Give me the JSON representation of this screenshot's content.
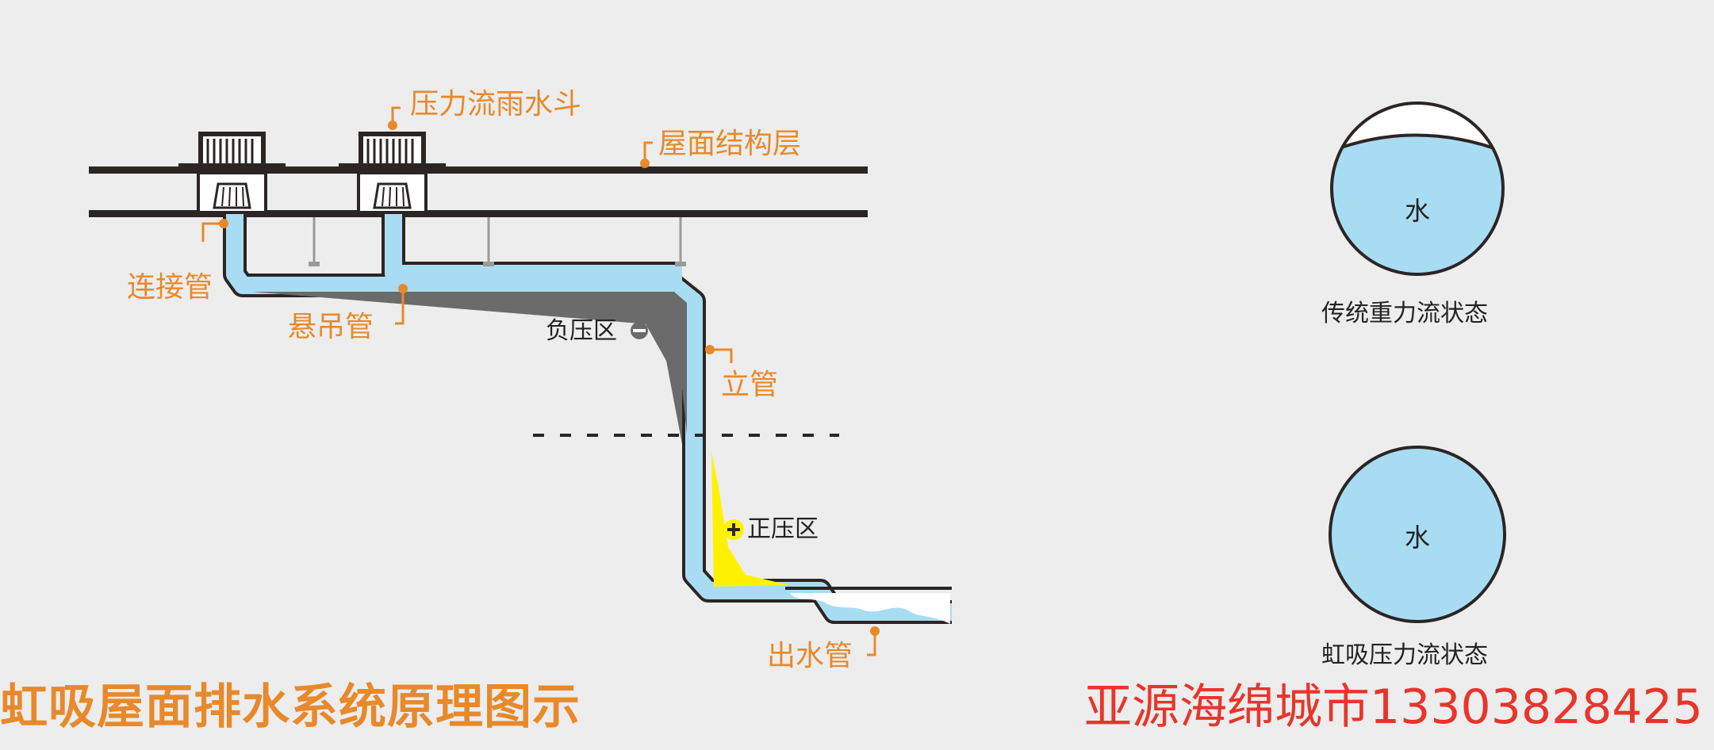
{
  "colors": {
    "background": "#ededed",
    "accent_orange": "#e8892b",
    "water_blue": "#a8dcf3",
    "negative_gray": "#6b6b6b",
    "positive_yellow": "#fff200",
    "brand_red": "#e8352b",
    "structure_dark": "#2b2524"
  },
  "labels": {
    "rain_hopper": "压力流雨水斗",
    "roof_layer": "屋面结构层",
    "connector_pipe": "连接管",
    "hanging_pipe": "悬吊管",
    "negative_zone": "负压区",
    "vertical_pipe": "立管",
    "positive_zone": "正压区",
    "outlet_pipe": "出水管"
  },
  "states": {
    "gravity": {
      "water": "水",
      "caption": "传统重力流状态"
    },
    "siphon": {
      "water": "水",
      "caption": "虹吸压力流状态"
    }
  },
  "footer": {
    "title": "虹吸屋面排水系统原理图示",
    "brand": "亚源海绵城市13303828425"
  },
  "icons": {
    "negative_symbol": "minus-circle-icon",
    "positive_symbol": "plus-circle-icon",
    "leader_dot": "leader-dot-icon"
  }
}
